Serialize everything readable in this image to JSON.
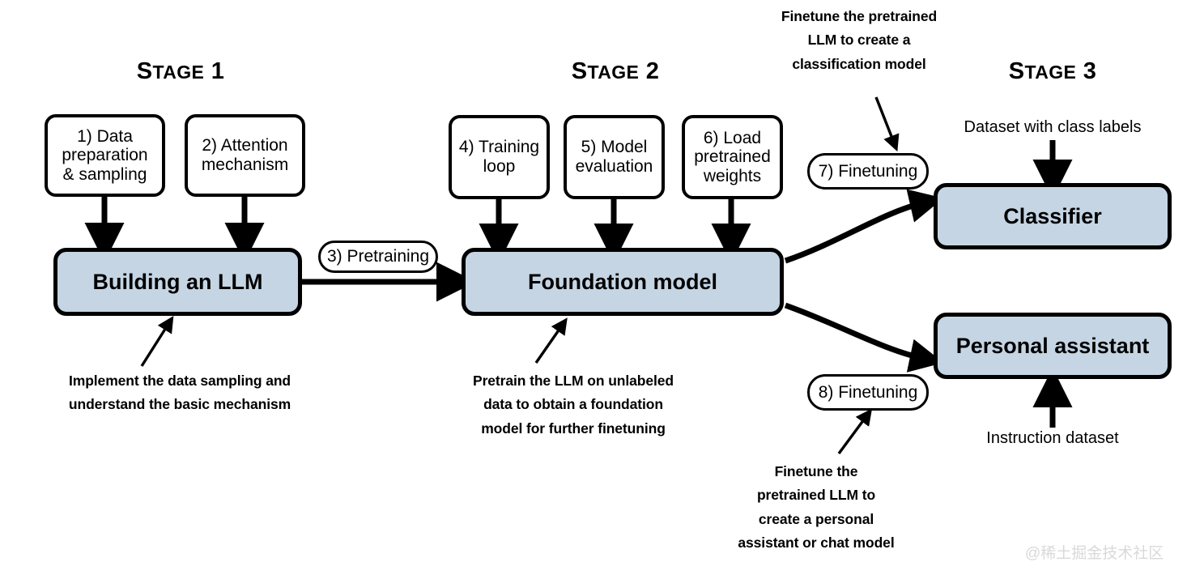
{
  "diagram": {
    "title": "Building an LLM — three stages overview",
    "colors": {
      "box_fill": "#c5d5e4",
      "box_stroke": "#000000",
      "background": "#ffffff",
      "watermark": "#d9d9d9"
    }
  },
  "stages": [
    {
      "id": "stage-1",
      "lead": "S",
      "rest": "TAGE",
      "number": " 1",
      "full": "STAGE 1"
    },
    {
      "id": "stage-2",
      "lead": "S",
      "rest": "TAGE",
      "number": " 2",
      "full": "STAGE 2"
    },
    {
      "id": "stage-3",
      "lead": "S",
      "rest": "TAGE",
      "number": " 3",
      "full": "STAGE 3"
    }
  ],
  "steps": [
    {
      "id": "step-1",
      "label": "1) Data\npreparation\n& sampling"
    },
    {
      "id": "step-2",
      "label": "2) Attention\nmechanism"
    },
    {
      "id": "step-3",
      "label": "3) Pretraining"
    },
    {
      "id": "step-4",
      "label": "4) Training\nloop"
    },
    {
      "id": "step-5",
      "label": "5) Model\nevaluation"
    },
    {
      "id": "step-6",
      "label": "6) Load\npretrained\nweights"
    },
    {
      "id": "step-7",
      "label": "7) Finetuning"
    },
    {
      "id": "step-8",
      "label": "8) Finetuning"
    }
  ],
  "outcomes": [
    {
      "id": "building-an-llm",
      "label": "Building an LLM"
    },
    {
      "id": "foundation-model",
      "label": "Foundation model"
    },
    {
      "id": "classifier",
      "label": "Classifier"
    },
    {
      "id": "personal-assistant",
      "label": "Personal assistant"
    }
  ],
  "captions": [
    {
      "id": "caption-stage1",
      "text": "Implement the data sampling and\nunderstand the basic mechanism"
    },
    {
      "id": "caption-stage2",
      "text": "Pretrain the LLM on unlabeled\ndata to obtain a foundation\nmodel for further finetuning"
    },
    {
      "id": "caption-classifier",
      "text": "Finetune the pretrained\nLLM to create a\nclassification model"
    },
    {
      "id": "caption-assistant",
      "text": "Finetune the\npretrained LLM to\ncreate a personal\nassistant or chat model"
    }
  ],
  "datasets": [
    {
      "id": "dataset-class-labels",
      "label": "Dataset with class labels"
    },
    {
      "id": "dataset-instruction",
      "label": "Instruction dataset"
    }
  ],
  "watermark": {
    "text": "@稀土掘金技术社区"
  }
}
